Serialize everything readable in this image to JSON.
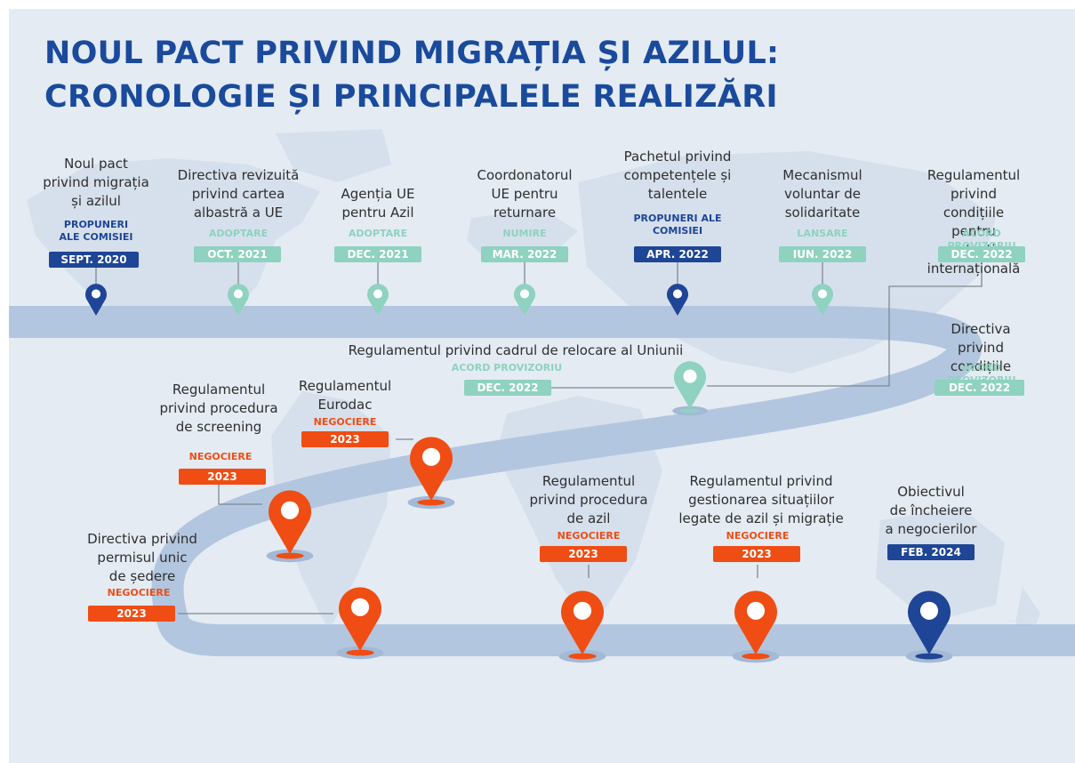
{
  "title_lines": [
    "NOUL PACT PRIVIND MIGRAȚIA ȘI AZILUL:",
    "CRONOLOGIE ȘI PRINCIPALELE REALIZĂRI"
  ],
  "colors": {
    "navy": "#1e4596",
    "teal": "#8ed2bf",
    "orange": "#ef4d14",
    "road": "#b3c6df",
    "background": "#e4ebf3",
    "title": "#1a4a9b"
  },
  "icons": {
    "pin": "map-pin-icon",
    "pin_shadow": "pin-shadow-ellipse"
  },
  "milestones": [
    {
      "label": "Noul pact\nprivind migrația\nși azilul",
      "status": "PROPUNERI\nALE COMISIEI",
      "date": "SEPT. 2020",
      "color": "navy"
    },
    {
      "label": "Directiva revizuită\nprivind cartea\nalbastră a UE",
      "status": "ADOPTARE",
      "date": "OCT. 2021",
      "color": "teal"
    },
    {
      "label": "Agenția UE\npentru Azil",
      "status": "ADOPTARE",
      "date": "DEC. 2021",
      "color": "teal"
    },
    {
      "label": "Coordonatorul\nUE pentru\nreturnare",
      "status": "NUMIRE",
      "date": "MAR. 2022",
      "color": "teal"
    },
    {
      "label": "Pachetul privind\ncompetențele și\ntalentele",
      "status": "PROPUNERI ALE\nCOMISIEI",
      "date": "APR. 2022",
      "color": "navy"
    },
    {
      "label": "Mecanismul\nvoluntar de\nsolidaritate",
      "status": "LANSARE",
      "date": "IUN. 2022",
      "color": "teal"
    },
    {
      "label": "Regulamentul privind\ncondițiile pentru protecția\ninternațională",
      "status": "ACORD PROVIZORIU",
      "date": "DEC. 2022",
      "color": "teal"
    },
    {
      "label": "Regulamentul privind cadrul de relocare al Uniunii",
      "status": "ACORD PROVIZORIU",
      "date": "DEC. 2022",
      "color": "teal"
    },
    {
      "label": "Directiva privind condițiile\nde primire",
      "status": "ACORD PROVIZORIU",
      "date": "DEC. 2022",
      "color": "teal"
    },
    {
      "label": "Regulamentul\nEurodac",
      "status": "NEGOCIERE",
      "date": "2023",
      "color": "orange"
    },
    {
      "label": "Regulamentul\nprivind procedura\nde screening",
      "status": "NEGOCIERE",
      "date": "2023",
      "color": "orange"
    },
    {
      "label": "Directiva privind\npermisul unic\nde ședere",
      "status": "NEGOCIERE",
      "date": "2023",
      "color": "orange"
    },
    {
      "label": "Regulamentul\nprivind procedura\nde azil",
      "status": "NEGOCIERE",
      "date": "2023",
      "color": "orange"
    },
    {
      "label": "Regulamentul privind\ngestionarea situațiilor\nlegate de azil și migrație",
      "status": "NEGOCIERE",
      "date": "2023",
      "color": "orange"
    },
    {
      "label": "Obiectivul\nde încheiere\na negocierilor",
      "status": "",
      "date": "FEB. 2024",
      "color": "navy"
    }
  ]
}
